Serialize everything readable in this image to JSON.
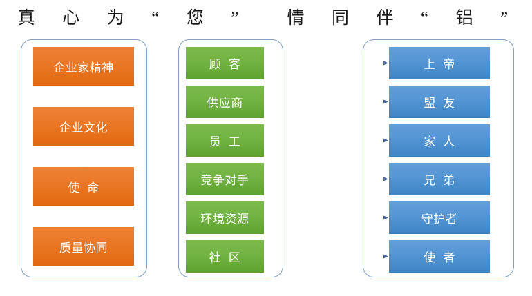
{
  "title": "真  心  为  “  您  ”    情  同  伴  “  铝  ”",
  "colors": {
    "orange": "#ea7726",
    "green": "#6fb03f",
    "blue": "#5495d3",
    "container_border": "#7f9fc4",
    "arrow": "#41699b",
    "text": "#ffffff",
    "title_text": "#1a1a1a"
  },
  "groups": {
    "left": {
      "name": "values-column",
      "nodes": [
        {
          "label": "企业家精神"
        },
        {
          "label": "企业文化"
        },
        {
          "label": "使  命"
        },
        {
          "label": "质量协同"
        }
      ]
    },
    "middle": {
      "name": "stakeholders-column",
      "nodes": [
        {
          "label": "顾  客"
        },
        {
          "label": "供应商"
        },
        {
          "label": "员  工"
        },
        {
          "label": "竞争对手"
        },
        {
          "label": "环境资源"
        },
        {
          "label": "社  区"
        }
      ]
    },
    "right": {
      "name": "roles-column",
      "nodes": [
        {
          "label": "上  帝"
        },
        {
          "label": "盟  友"
        },
        {
          "label": "家  人"
        },
        {
          "label": "兄  弟"
        },
        {
          "label": "守护者"
        },
        {
          "label": "使  者"
        }
      ]
    }
  },
  "connections": [
    {
      "from": "顾  客",
      "to": "上  帝"
    },
    {
      "from": "供应商",
      "to": "盟  友"
    },
    {
      "from": "员  工",
      "to": "家  人"
    },
    {
      "from": "竞争对手",
      "to": "兄  弟"
    },
    {
      "from": "环境资源",
      "to": "守护者"
    },
    {
      "from": "社  区",
      "to": "使  者"
    }
  ]
}
